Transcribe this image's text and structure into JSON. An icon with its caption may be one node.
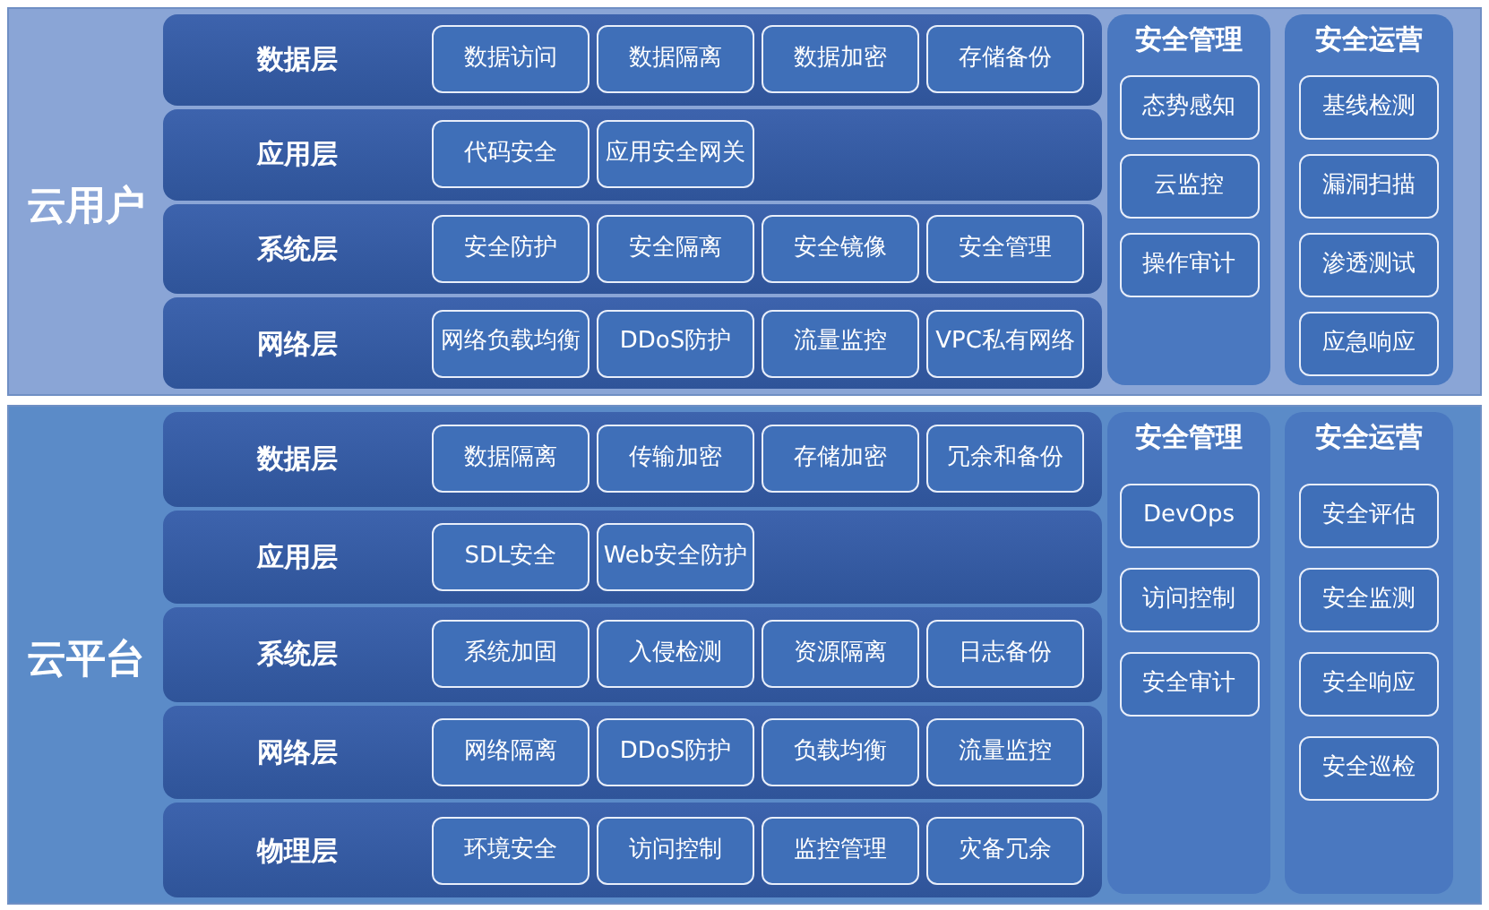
{
  "diagram": {
    "nodes": [
      {
        "text": [
          "云用户"
        ]
      },
      {
        "text": [
          "数据层"
        ],
        "in": 0
      },
      {
        "text": [
          "数据访问"
        ],
        "in": 1
      },
      {
        "text": [
          "数据隔离"
        ],
        "in": 1
      },
      {
        "text": [
          "数据加密"
        ],
        "in": 1
      },
      {
        "text": [
          "存储备份"
        ],
        "in": 1
      },
      {
        "text": [
          "应用层"
        ],
        "in": 0
      },
      {
        "text": [
          "代码安全"
        ],
        "in": 6
      },
      {
        "text": [
          "应用安全网关"
        ],
        "in": 6
      },
      {
        "text": [
          "系统层"
        ],
        "in": 0
      },
      {
        "text": [
          "安全防护"
        ],
        "in": 9
      },
      {
        "text": [
          "安全隔离"
        ],
        "in": 9
      },
      {
        "text": [
          "安全镜像"
        ],
        "in": 9
      },
      {
        "text": [
          "安全管理"
        ],
        "in": 9
      },
      {
        "text": [
          "网络层"
        ],
        "in": 0
      },
      {
        "text": [
          "网络负载均衡"
        ],
        "in": 14
      },
      {
        "text": [
          "DDoS防护"
        ],
        "in": 14
      },
      {
        "text": [
          "流量监控"
        ],
        "in": 14
      },
      {
        "text": [
          "VPC私有网络"
        ],
        "in": 14
      },
      {
        "text": [
          "安全管理"
        ],
        "in": 0
      },
      {
        "text": [
          "态势感知"
        ],
        "in": 19
      },
      {
        "text": [
          "云监控"
        ],
        "in": 19
      },
      {
        "text": [
          "操作审计"
        ],
        "in": 19
      },
      {
        "text": [
          "安全运营"
        ],
        "in": 0
      },
      {
        "text": [
          "基线检测"
        ],
        "in": 23
      },
      {
        "text": [
          "漏洞扫描"
        ],
        "in": 23
      },
      {
        "text": [
          "渗透测试"
        ],
        "in": 23
      },
      {
        "text": [
          "应急响应"
        ],
        "in": 23
      },
      {
        "text": [
          "云平台"
        ]
      },
      {
        "text": [
          "数据层"
        ],
        "in": 28
      },
      {
        "text": [
          "数据隔离"
        ],
        "in": 29
      },
      {
        "text": [
          "传输加密"
        ],
        "in": 29
      },
      {
        "text": [
          "存储加密"
        ],
        "in": 29
      },
      {
        "text": [
          "冗余和备份"
        ],
        "in": 29
      },
      {
        "text": [
          "应用层"
        ],
        "in": 28
      },
      {
        "text": [
          "SDL安全"
        ],
        "in": 34
      },
      {
        "text": [
          "Web安全防护"
        ],
        "in": 34
      },
      {
        "text": [
          "系统层"
        ],
        "in": 28
      },
      {
        "text": [
          "系统加固"
        ],
        "in": 37
      },
      {
        "text": [
          "入侵检测"
        ],
        "in": 37
      },
      {
        "text": [
          "资源隔离"
        ],
        "in": 37
      },
      {
        "text": [
          "日志备份"
        ],
        "in": 37
      },
      {
        "text": [
          "网络层"
        ],
        "in": 28
      },
      {
        "text": [
          "网络隔离"
        ],
        "in": 42
      },
      {
        "text": [
          "DDoS防护"
        ],
        "in": 42
      },
      {
        "text": [
          "负载均衡"
        ],
        "in": 42
      },
      {
        "text": [
          "流量监控"
        ],
        "in": 42
      },
      {
        "text": [
          "物理层"
        ],
        "in": 28
      },
      {
        "text": [
          "环境安全"
        ],
        "in": 47
      },
      {
        "text": [
          "访问控制"
        ],
        "in": 47
      },
      {
        "text": [
          "监控管理"
        ],
        "in": 47
      },
      {
        "text": [
          "灾备冗余"
        ],
        "in": 47
      },
      {
        "text": [
          "安全管理"
        ],
        "in": 28
      },
      {
        "text": [
          "DevOps"
        ],
        "in": 52
      },
      {
        "text": [
          "访问控制"
        ],
        "in": 52
      },
      {
        "text": [
          "安全审计"
        ],
        "in": 52
      },
      {
        "text": [
          "安全运营"
        ],
        "in": 28
      },
      {
        "text": [
          "安全评估"
        ],
        "in": 56
      },
      {
        "text": [
          "安全监测"
        ],
        "in": 56
      },
      {
        "text": [
          "安全响应"
        ],
        "in": 56
      },
      {
        "text": [
          "安全巡检"
        ],
        "in": 56
      }
    ]
  }
}
